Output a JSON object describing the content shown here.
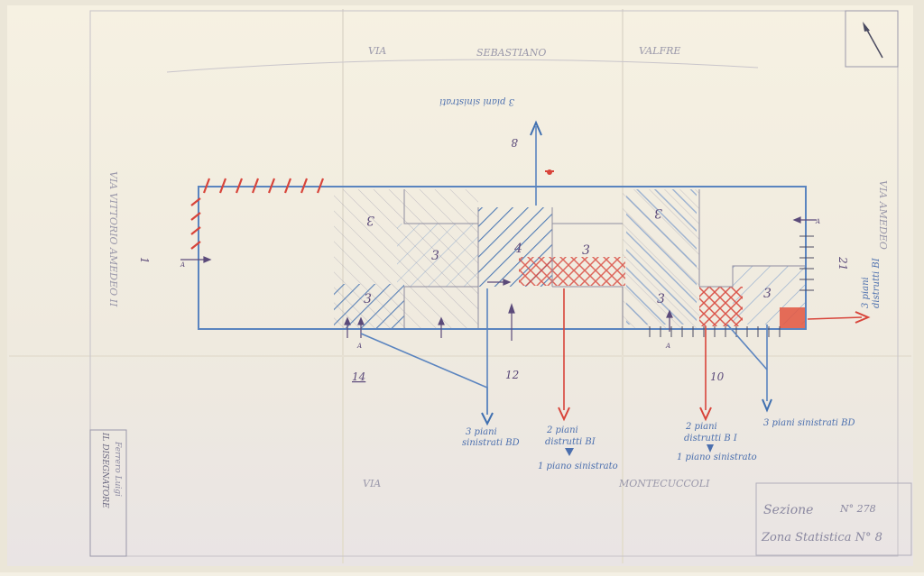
{
  "streets": {
    "top_via": "VIA",
    "top_name_1": "SEBASTIANO",
    "top_name_2": "VALFRE",
    "bottom_via": "VIA",
    "bottom_name": "MONTECUCCOLI",
    "left": "VIA  VITTORIO  AMEDEO  II",
    "right": "VIA  AMEDEO"
  },
  "block_numbers": {
    "b14": "14",
    "b12": "12",
    "b10": "10",
    "b21": "21",
    "b8": "8",
    "b1": "1"
  },
  "floor_counts": [
    "3",
    "3",
    "3",
    "4",
    "3",
    "3",
    "3",
    "3"
  ],
  "arrow_marker": "A",
  "notes": {
    "top": "3 piani sinistrati",
    "bottom_left_1": "3 piani",
    "bottom_left_2": "sinistrati BD",
    "mid_1": "2 piani",
    "mid_2": "distrutti BI",
    "mid_3": "1 piano sinistrato",
    "right_mid_1": "2 piani",
    "right_mid_2": "distrutti B I",
    "right_mid_3": "1 piano sinistrato",
    "far_right": "3 piani sinistrati BD",
    "right_edge_1": "3 piani",
    "right_edge_2": "distrutti BI"
  },
  "signature_box": {
    "title": "IL DISEGNATORE",
    "signature": "Ferrero Luigi"
  },
  "title_block": {
    "section_label": "Sezione",
    "section_number": "N° 278",
    "zone": "Zona Statistica N° 8"
  },
  "colors": {
    "paper": "#f4f0e4",
    "pencil_blue": "#3f6fb0",
    "pencil_red": "#d8443a",
    "graphite": "#7c7a8a"
  }
}
